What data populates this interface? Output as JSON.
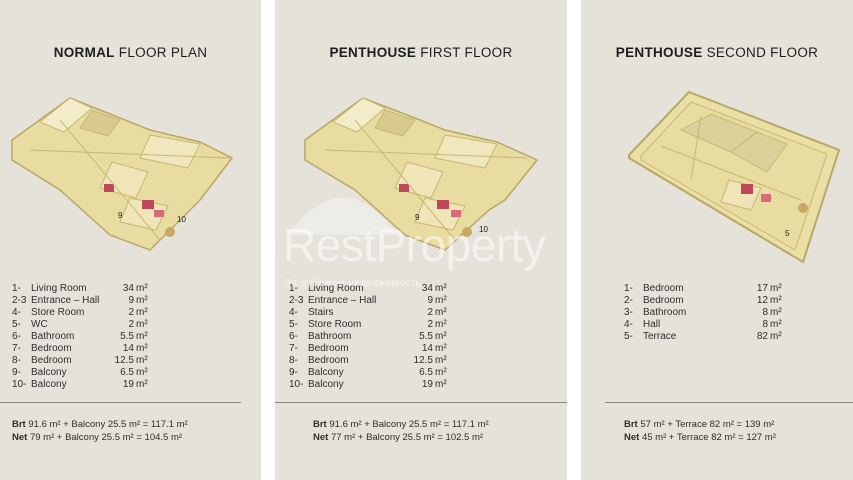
{
  "panels": [
    {
      "title_bold": "NORMAL",
      "title_rest": " FLOOR PLAN",
      "rooms": [
        {
          "num": "1-",
          "name": "Living Room",
          "area": "34",
          "unit": "m²"
        },
        {
          "num": "2-3",
          "name": "Entrance – Hall",
          "area": "9",
          "unit": "m²"
        },
        {
          "num": "4-",
          "name": "Store Room",
          "area": "2",
          "unit": "m²"
        },
        {
          "num": "5-",
          "name": "WC",
          "area": "2",
          "unit": "m²"
        },
        {
          "num": "6-",
          "name": "Bathroom",
          "area": "5.5",
          "unit": "m²"
        },
        {
          "num": "7-",
          "name": "Bedroom",
          "area": "14",
          "unit": "m²"
        },
        {
          "num": "8-",
          "name": "Bedroom",
          "area": "12.5",
          "unit": "m²"
        },
        {
          "num": "9-",
          "name": "Balcony",
          "area": "6.5",
          "unit": "m²"
        },
        {
          "num": "10-",
          "name": "Balcony",
          "area": "19",
          "unit": "m²"
        }
      ],
      "brt_label": "Brt",
      "brt_value": "91.6 m² + Balcony 25.5 m² = 117.1 m²",
      "net_label": "Net",
      "net_value": "79 m² + Balcony 25.5 m² = 104.5 m²",
      "plan_labels": [
        "9",
        "10"
      ]
    },
    {
      "title_bold": "PENTHOUSE",
      "title_rest": " FIRST FLOOR",
      "rooms": [
        {
          "num": "1-",
          "name": "Living Room",
          "area": "34",
          "unit": "m²"
        },
        {
          "num": "2-3",
          "name": "Entrance – Hall",
          "area": "9",
          "unit": "m²"
        },
        {
          "num": "4-",
          "name": "Stairs",
          "area": "2",
          "unit": "m²"
        },
        {
          "num": "5-",
          "name": "Store Room",
          "area": "2",
          "unit": "m²"
        },
        {
          "num": "6-",
          "name": "Bathroom",
          "area": "5.5",
          "unit": "m²"
        },
        {
          "num": "7-",
          "name": "Bedroom",
          "area": "14",
          "unit": "m²"
        },
        {
          "num": "8-",
          "name": "Bedroom",
          "area": "12.5",
          "unit": "m²"
        },
        {
          "num": "9-",
          "name": "Balcony",
          "area": "6.5",
          "unit": "m²"
        },
        {
          "num": "10-",
          "name": "Balcony",
          "area": "19",
          "unit": "m²"
        }
      ],
      "brt_label": "Brt",
      "brt_value": "91.6 m² + Balcony 25.5 m² = 117.1 m²",
      "net_label": "Net",
      "net_value": "77 m² + Balcony 25.5 m² = 102.5 m²",
      "plan_labels": [
        "9",
        "10"
      ]
    },
    {
      "title_bold": "PENTHOUSE",
      "title_rest": " SECOND FLOOR",
      "rooms": [
        {
          "num": "1-",
          "name": "Bedroom",
          "area": "17",
          "unit": "m²"
        },
        {
          "num": "2-",
          "name": "Bedroom",
          "area": "12",
          "unit": "m²"
        },
        {
          "num": "3-",
          "name": "Bathroom",
          "area": "8",
          "unit": "m²"
        },
        {
          "num": "4-",
          "name": "Hall",
          "area": "8",
          "unit": "m²"
        },
        {
          "num": "5-",
          "name": "Terrace",
          "area": "82",
          "unit": "m²"
        }
      ],
      "brt_label": "Brt",
      "brt_value": "57 m² + Terrace 82 m² = 139 m²",
      "net_label": "Net",
      "net_value": "45 m² + Terrace 82 m² = 127 m²",
      "plan_labels": [
        "5"
      ]
    }
  ],
  "watermark": {
    "brand": "RestProperty",
    "tagline": "За рубежом недвижимость"
  },
  "colors": {
    "panel_bg": "#e5e2d9",
    "floor": "#e9dca0",
    "wall": "#c9b772",
    "accent_furniture": "#c0485a"
  }
}
